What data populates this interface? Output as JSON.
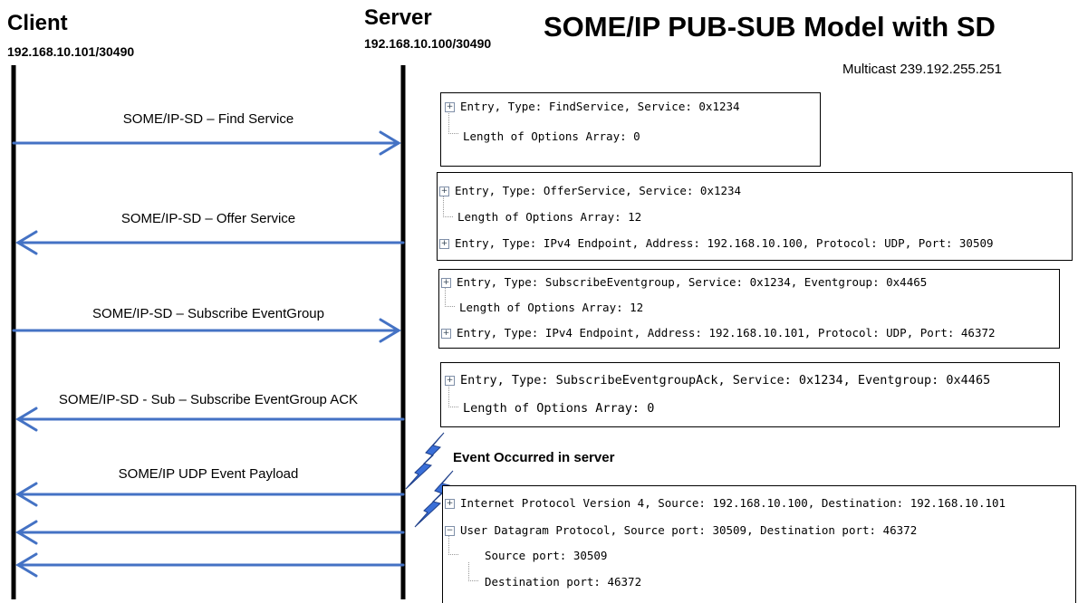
{
  "title": "SOME/IP PUB-SUB Model with SD",
  "multicast": "Multicast 239.192.255.251",
  "client": {
    "name": "Client",
    "address": "192.168.10.101/30490"
  },
  "server": {
    "name": "Server",
    "address": "192.168.10.100/30490"
  },
  "messages": [
    {
      "label": "SOME/IP-SD – Find Service",
      "direction": "to-server"
    },
    {
      "label": "SOME/IP-SD – Offer Service",
      "direction": "to-client"
    },
    {
      "label": "SOME/IP-SD – Subscribe EventGroup",
      "direction": "to-server"
    },
    {
      "label": "SOME/IP-SD - Sub – Subscribe EventGroup ACK",
      "direction": "to-client"
    },
    {
      "label": "SOME/IP UDP Event Payload",
      "direction": "to-client"
    }
  ],
  "event_label": "Event Occurred in server",
  "boxes": [
    {
      "lines": [
        "Entry, Type: FindService, Service: 0x1234",
        "Length of Options Array: 0"
      ]
    },
    {
      "lines": [
        "Entry, Type: OfferService, Service: 0x1234",
        "Length of Options Array: 12",
        "Entry, Type: IPv4 Endpoint, Address: 192.168.10.100, Protocol: UDP, Port: 30509"
      ]
    },
    {
      "lines": [
        "Entry, Type: SubscribeEventgroup, Service: 0x1234, Eventgroup: 0x4465",
        "Length of Options Array: 12",
        "Entry, Type: IPv4 Endpoint, Address: 192.168.10.101, Protocol: UDP, Port: 46372"
      ]
    },
    {
      "lines": [
        "Entry, Type: SubscribeEventgroupAck, Service: 0x1234, Eventgroup: 0x4465",
        "Length of Options Array: 0"
      ]
    },
    {
      "lines": [
        "Internet Protocol Version 4, Source: 192.168.10.100, Destination: 192.168.10.101",
        "User Datagram Protocol, Source port: 30509, Destination port: 46372",
        "Source port: 30509",
        "Destination port: 46372"
      ]
    }
  ],
  "colors": {
    "arrow": "#4472c4",
    "lightning": "#3a6fd8",
    "lifeline": "#000000"
  },
  "icons": {
    "expand": "plus-box-icon",
    "collapse": "minus-box-icon",
    "event": "lightning-icon"
  }
}
